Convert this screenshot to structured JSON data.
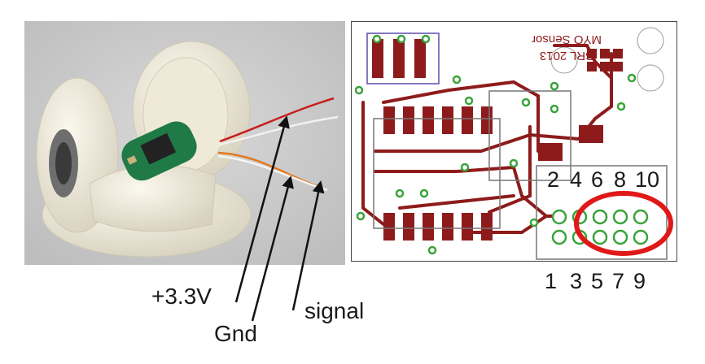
{
  "labels": {
    "power": "+3.3V",
    "ground": "Gnd",
    "signal": "signal"
  },
  "pins": {
    "top": [
      "2",
      "4",
      "6",
      "8",
      "10"
    ],
    "bottom": [
      "1",
      "3",
      "5",
      "7",
      "9"
    ]
  },
  "board": {
    "line1": "MYO Sensor",
    "line2": "BRL 2013"
  },
  "colors": {
    "trace": "#8e1b1b",
    "via": "#3aa33a",
    "outline": "#777777",
    "highlight": "#e01818"
  }
}
